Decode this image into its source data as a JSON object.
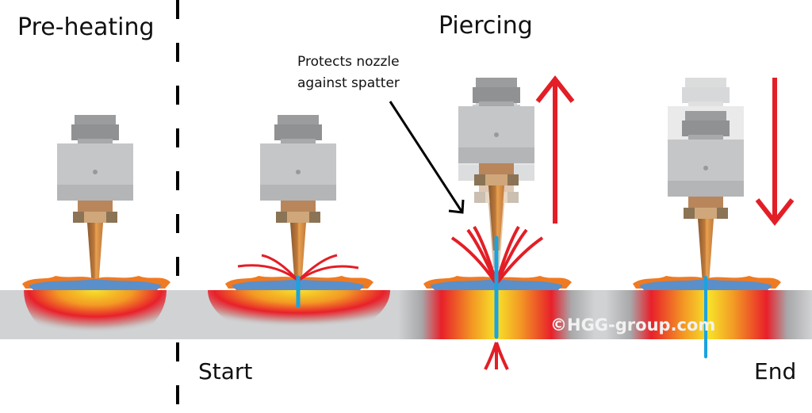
{
  "labels": {
    "preheating": "Pre-heating",
    "piercing": "Piercing",
    "annotation_line1": "Protects nozzle",
    "annotation_line2": "against spatter",
    "start": "Start",
    "end": "End",
    "copyright": "©HGG-group.com"
  },
  "colors": {
    "plate": "#d0d2d4",
    "heat_core": "#f7e22a",
    "heat_mid": "#f39a24",
    "heat_outer": "#e8202a",
    "melt_pool": "#5a8fc9",
    "melt_rim": "#f07a22",
    "jet": "#1aa3e0",
    "spatter": "#e31e26",
    "arrow": "#e31e26",
    "torch_body": "#b9bbbd",
    "torch_cap": "#8f9193",
    "nozzle": "#b8865a"
  },
  "stages": [
    {
      "name": "pre-heating",
      "has_jet": false,
      "has_spatter": false
    },
    {
      "name": "start",
      "has_jet": true,
      "has_spatter": true
    },
    {
      "name": "piercing-lift",
      "has_jet": true,
      "has_spatter": true,
      "motion": "up"
    },
    {
      "name": "end",
      "has_jet": true,
      "has_spatter": false,
      "motion": "down"
    }
  ]
}
